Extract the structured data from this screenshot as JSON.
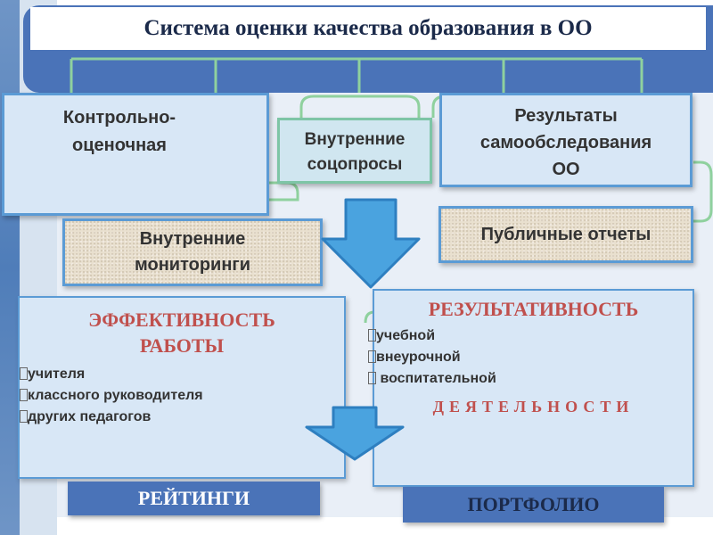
{
  "title": "Система оценки качества образования в ОО",
  "boxes": {
    "control_evaluation": "Контрольно-\nоценочная",
    "internal_surveys": "Внутренние\nсоцопросы",
    "self_examination": "Результаты\nсамообследования\nОО",
    "internal_monitoring": "Внутренние\nмониторинги",
    "public_reports": "Публичные отчеты"
  },
  "efficiency": {
    "heading": "ЭФФЕКТИВНОСТЬ\nРАБОТЫ",
    "items": [
      "учителя",
      "классного руководителя",
      "других педагогов"
    ]
  },
  "results": {
    "heading": "РЕЗУЛЬТАТИВНОСТЬ",
    "items": [
      "учебной",
      "внеурочной",
      " воспитательной"
    ],
    "activity_word": "ДЕЯТЕЛЬНОСТИ"
  },
  "bottom": {
    "ratings": "РЕЙТИНГИ",
    "portfolio": "ПОРТФОЛИО"
  },
  "colors": {
    "header_band": "#4a73b8",
    "box_fill": "#d8e7f6",
    "box_border": "#5b9bd5",
    "connector": "#8fd19e",
    "heading_red": "#c0504d",
    "arrow_fill": "#4aa3df"
  },
  "icons": {
    "flow_arrow": "down-arrow-icon",
    "bullet": "square-bullet-icon"
  }
}
